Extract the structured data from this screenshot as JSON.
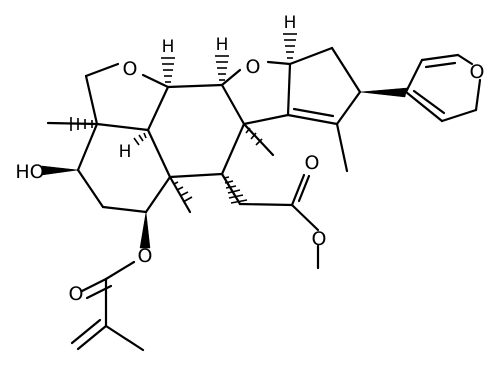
{
  "atom_labels": {
    "o_furan_ring": "O",
    "o_ether_top": "O",
    "o_ether_left": "O",
    "o_hydroxyl": "HO",
    "o_ester_carbonyl": "O",
    "o_ester_methoxy": "O",
    "o_methacrylate_ester": "O",
    "o_methacrylate_carbonyl": "O",
    "h_top_left": "H",
    "h_top_middle": "H",
    "h_top_right": "H",
    "h_ring_junction": "H"
  }
}
